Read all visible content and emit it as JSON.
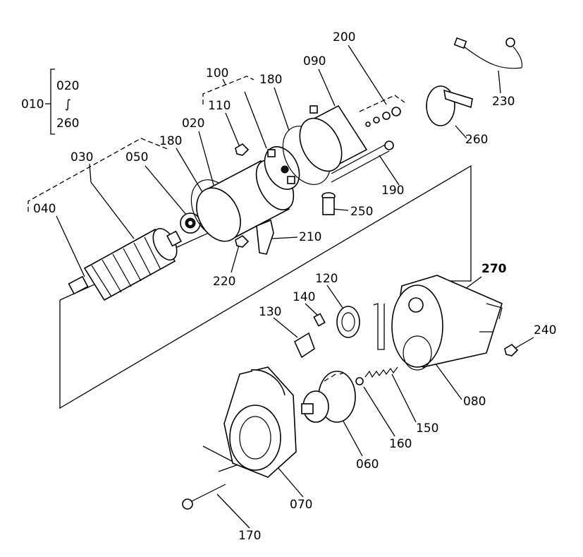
{
  "labels": {
    "l010": "010",
    "l020a": "020",
    "l020b": "020",
    "l030": "030",
    "l040": "040",
    "l050": "050",
    "l060": "060",
    "l070": "070",
    "l080": "080",
    "l090": "090",
    "l100": "100",
    "l110": "110",
    "l120": "120",
    "l130": "130",
    "l140": "140",
    "l150": "150",
    "l160": "160",
    "l170": "170",
    "l180a": "180",
    "l180b": "180",
    "l190": "190",
    "l200": "200",
    "l210": "210",
    "l220": "220",
    "l230": "230",
    "l240": "240",
    "l250": "250",
    "l260a": "260",
    "l260b": "260",
    "l270": "270",
    "tilde": "∫"
  }
}
